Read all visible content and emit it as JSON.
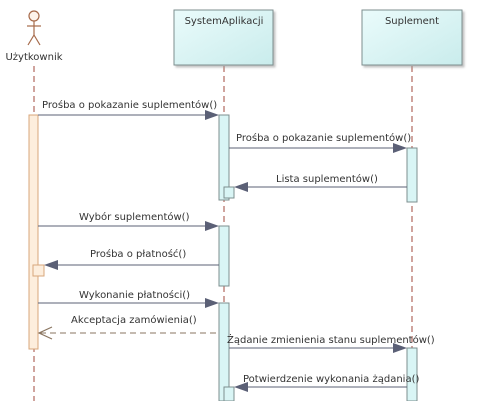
{
  "participants": {
    "actor": {
      "label": "Użytkownik",
      "icon": "stick-figure-actor-icon"
    },
    "system": {
      "label": "SystemAplikacji"
    },
    "supplement": {
      "label": "Suplement"
    }
  },
  "messages": {
    "m1": "Prośba o pokazanie suplementów()",
    "m2": "Prośba o pokazanie suplementów()",
    "m3": "Lista suplementów()",
    "m4": "Wybór suplementów()",
    "m5": "Prośba o płatność()",
    "m6": "Wykonanie płatności()",
    "m7": "Akceptacja zamówienia()",
    "m8": "Żądanie zmienienia stanu suplementów()",
    "m9": "Potwierdzenie wykonania żądania()"
  },
  "colors": {
    "actor_activation_fill": "#fdeedd",
    "actor_activation_stroke": "#d8a77b",
    "object_fill": "#d9f5f5",
    "object_stroke": "#7d8f8f",
    "lifeline": "#a04a3c",
    "message_line": "#5b6076",
    "reply_line": "#8a7560",
    "text": "#333333"
  }
}
